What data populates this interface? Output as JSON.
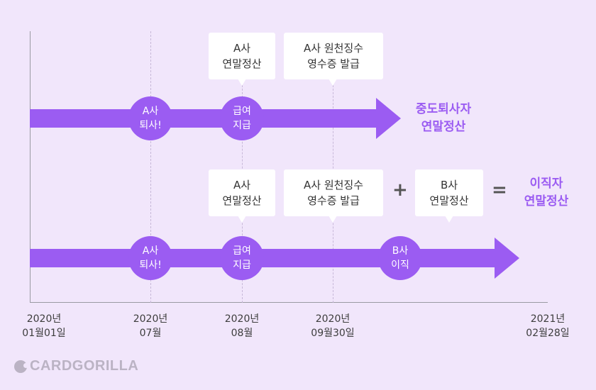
{
  "timeline_dates": [
    "2020년\n01월01일",
    "2020년\n07월",
    "2020년\n08월",
    "2020년\n09월30일",
    "2021년\n02월28일"
  ],
  "row1": {
    "events": [
      "A사\n퇴사!",
      "급여\n지급"
    ],
    "boxes": [
      "A사\n연말정산",
      "A사 원천징수\n영수증 발급"
    ],
    "result": "중도퇴사자\n연말정산"
  },
  "row2": {
    "events": [
      "A사\n퇴사!",
      "급여\n지급",
      "B사\n이직"
    ],
    "boxes": [
      "A사\n연말정산",
      "A사 원천징수\n영수증 발급",
      "B사\n연말정산"
    ],
    "plus": "+",
    "equals": "=",
    "result": "이직자\n연말정산"
  },
  "logo": {
    "text": "CARDGORILLA",
    "icon": "gorilla-logo-icon"
  },
  "colors": {
    "accent": "#9b5cf2",
    "background": "#f1e6fb",
    "axis": "#9a9aa2"
  }
}
